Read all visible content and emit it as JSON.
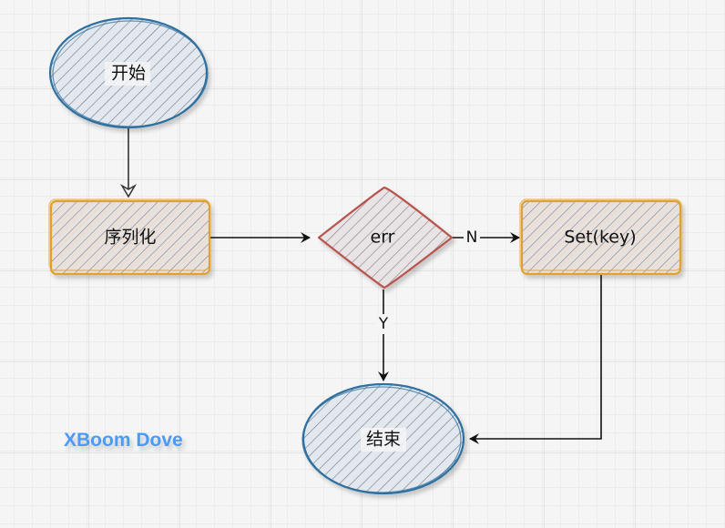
{
  "diagram": {
    "nodes": {
      "start": {
        "label": "开始",
        "shape": "ellipse",
        "stroke": "#2e6f9e"
      },
      "serialize": {
        "label": "序列化",
        "shape": "rect",
        "stroke": "#e0a030"
      },
      "err": {
        "label": "err",
        "shape": "diamond",
        "stroke": "#b85450"
      },
      "set": {
        "label": "Set(key)",
        "shape": "rect",
        "stroke": "#e0a030"
      },
      "end": {
        "label": "结束",
        "shape": "ellipse",
        "stroke": "#2e6f9e"
      }
    },
    "edges": {
      "err_to_set": {
        "label": "N"
      },
      "err_to_end": {
        "label": "Y"
      }
    },
    "watermark": "XBoom Dove"
  }
}
